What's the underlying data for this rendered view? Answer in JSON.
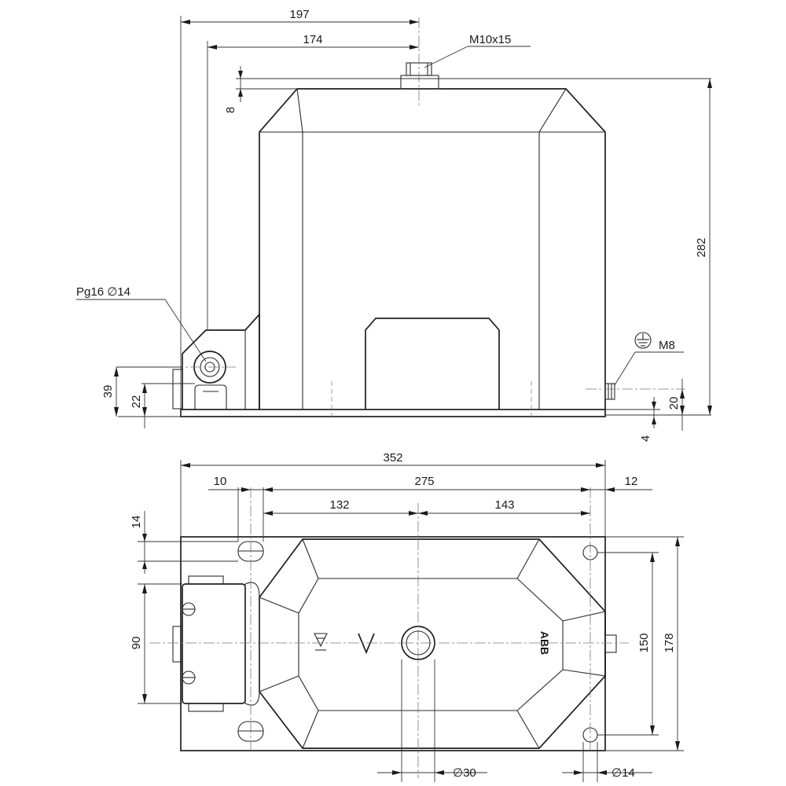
{
  "front_view": {
    "dim_197": "197",
    "dim_174": "174",
    "bolt_label": "M10x15",
    "dim_8": "8",
    "dim_282": "282",
    "gland_label": "Pg16 ∅14",
    "earth_label": "M8",
    "dim_39": "39",
    "dim_22": "22",
    "dim_20": "20",
    "dim_4": "4"
  },
  "plan_view": {
    "dim_352": "352",
    "dim_10": "10",
    "dim_275": "275",
    "dim_12": "12",
    "dim_132": "132",
    "dim_143": "143",
    "dim_14": "14",
    "dim_90": "90",
    "dim_150": "150",
    "dim_178": "178",
    "dim_hole30": "∅30",
    "dim_hole14": "∅14",
    "brand_mark": "ABB"
  },
  "icons": {
    "earth": "earth-ground-icon",
    "warning": "high-voltage-warning-icon"
  }
}
